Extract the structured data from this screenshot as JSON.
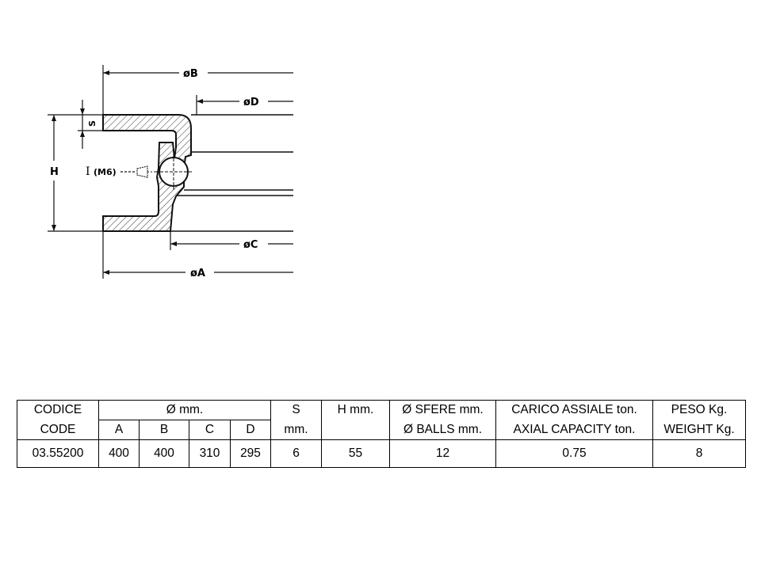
{
  "drawing": {
    "labels": {
      "dia_b": "øB",
      "dia_d": "øD",
      "dia_c": "øC",
      "dia_a": "øA",
      "height": "H",
      "thickness": "S",
      "lube_point_main": "I",
      "lube_point_sub": "(M6)"
    }
  },
  "table": {
    "header1": {
      "code": "CODICE",
      "diameter": "Ø mm.",
      "s": "S",
      "h": "H  mm.",
      "balls": "Ø SFERE mm.",
      "axial": "CARICO ASSIALE ton.",
      "weight": "PESO Kg."
    },
    "header2": {
      "code": "CODE",
      "a": "A",
      "b": "B",
      "c": "C",
      "d": "D",
      "s_unit": "mm.",
      "balls": "Ø BALLS mm.",
      "axial": "AXIAL CAPACITY ton.",
      "weight": "WEIGHT Kg."
    },
    "row": {
      "code": "03.55200",
      "a": "400",
      "b": "400",
      "c": "310",
      "d": "295",
      "s": "6",
      "h": "55",
      "balls": "12",
      "axial": "0.75",
      "weight": "8"
    }
  }
}
